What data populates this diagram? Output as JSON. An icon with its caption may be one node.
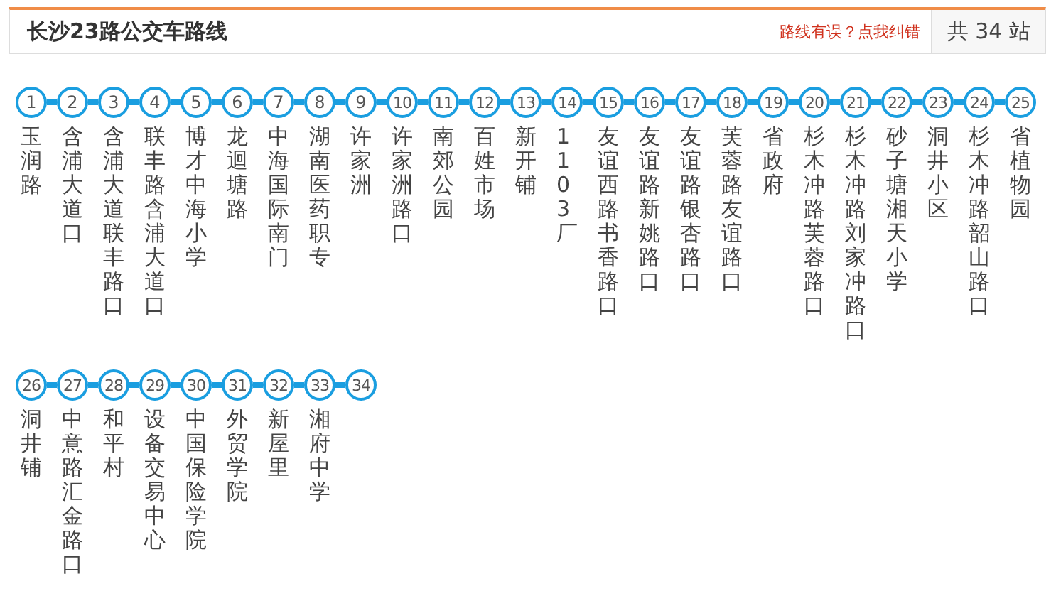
{
  "diagram": {
    "title": "长沙23路公交车路线",
    "nodes": [
      {
        "text": [
          "1"
        ],
        "beside": [
          "玉润路"
        ]
      },
      {
        "text": [
          "2"
        ],
        "beside": [
          "含浦大道口"
        ]
      },
      {
        "text": [
          "3"
        ],
        "beside": [
          "含浦大道联丰路口"
        ]
      },
      {
        "text": [
          "4"
        ],
        "beside": [
          "联丰路含浦大道口"
        ]
      },
      {
        "text": [
          "5"
        ],
        "beside": [
          "博才中海小学"
        ]
      },
      {
        "text": [
          "6"
        ],
        "beside": [
          "龙迴塘路"
        ]
      },
      {
        "text": [
          "7"
        ],
        "beside": [
          "中海国际南门"
        ]
      },
      {
        "text": [
          "8"
        ],
        "beside": [
          "湖南医药职专"
        ]
      },
      {
        "text": [
          "9"
        ],
        "beside": [
          "许家洲"
        ]
      },
      {
        "text": [
          "10"
        ],
        "beside": [
          "许家洲路口"
        ]
      },
      {
        "text": [
          "11"
        ],
        "beside": [
          "南郊公园"
        ]
      },
      {
        "text": [
          "12"
        ],
        "beside": [
          "百姓市场"
        ]
      },
      {
        "text": [
          "13"
        ],
        "beside": [
          "新开铺"
        ]
      },
      {
        "text": [
          "14"
        ],
        "beside": [
          "1103厂"
        ]
      },
      {
        "text": [
          "15"
        ],
        "beside": [
          "友谊西路书香路口"
        ]
      },
      {
        "text": [
          "16"
        ],
        "beside": [
          "友谊路新姚路口"
        ]
      },
      {
        "text": [
          "17"
        ],
        "beside": [
          "友谊路银杏路口"
        ]
      },
      {
        "text": [
          "18"
        ],
        "beside": [
          "芙蓉路友谊路口"
        ]
      },
      {
        "text": [
          "19"
        ],
        "beside": [
          "省政府"
        ]
      },
      {
        "text": [
          "20"
        ],
        "beside": [
          "杉木冲路芙蓉路口"
        ]
      },
      {
        "text": [
          "21"
        ],
        "beside": [
          "杉木冲路刘家冲路口"
        ]
      },
      {
        "text": [
          "22"
        ],
        "beside": [
          "砂子塘湘天小学"
        ]
      },
      {
        "text": [
          "23"
        ],
        "beside": [
          "洞井小区"
        ]
      },
      {
        "text": [
          "24"
        ],
        "beside": [
          "杉木冲路韶山路口"
        ]
      },
      {
        "text": [
          "25"
        ],
        "beside": [
          "省植物园"
        ]
      },
      {
        "text": [
          "26"
        ],
        "beside": [
          "洞井铺"
        ]
      },
      {
        "text": [
          "27"
        ],
        "beside": [
          "中意路汇金路口"
        ]
      },
      {
        "text": [
          "28"
        ],
        "beside": [
          "和平村"
        ]
      },
      {
        "text": [
          "29"
        ],
        "beside": [
          "设备交易中心"
        ]
      },
      {
        "text": [
          "30"
        ],
        "beside": [
          "中国保险学院"
        ]
      },
      {
        "text": [
          "31"
        ],
        "beside": [
          "外贸学院"
        ]
      },
      {
        "text": [
          "32"
        ],
        "beside": [
          "新屋里"
        ]
      },
      {
        "text": [
          "33"
        ],
        "beside": [
          "湘府中学"
        ]
      },
      {
        "text": [
          "34"
        ]
      }
    ],
    "edges": [
      {
        "from": 0,
        "to": 1,
        "arrow": "none"
      },
      {
        "from": 1,
        "to": 2,
        "arrow": "none"
      },
      {
        "from": 2,
        "to": 3,
        "arrow": "none"
      },
      {
        "from": 3,
        "to": 4,
        "arrow": "none"
      },
      {
        "from": 4,
        "to": 5,
        "arrow": "none"
      },
      {
        "from": 5,
        "to": 6,
        "arrow": "none"
      },
      {
        "from": 6,
        "to": 7,
        "arrow": "none"
      },
      {
        "from": 7,
        "to": 8,
        "arrow": "none"
      },
      {
        "from": 8,
        "to": 9,
        "arrow": "none"
      },
      {
        "from": 9,
        "to": 10,
        "arrow": "none"
      },
      {
        "from": 10,
        "to": 11,
        "arrow": "none"
      },
      {
        "from": 11,
        "to": 12,
        "arrow": "none"
      },
      {
        "from": 12,
        "to": 13,
        "arrow": "none"
      },
      {
        "from": 13,
        "to": 14,
        "arrow": "none"
      },
      {
        "from": 14,
        "to": 15,
        "arrow": "none"
      },
      {
        "from": 15,
        "to": 16,
        "arrow": "none"
      },
      {
        "from": 16,
        "to": 17,
        "arrow": "none"
      },
      {
        "from": 17,
        "to": 18,
        "arrow": "none"
      },
      {
        "from": 18,
        "to": 19,
        "arrow": "none"
      },
      {
        "from": 19,
        "to": 20,
        "arrow": "none"
      },
      {
        "from": 20,
        "to": 21,
        "arrow": "none"
      },
      {
        "from": 21,
        "to": 22,
        "arrow": "none"
      },
      {
        "from": 22,
        "to": 23,
        "arrow": "none"
      },
      {
        "from": 23,
        "to": 24,
        "arrow": "none"
      },
      {
        "from": 25,
        "to": 26,
        "arrow": "none"
      },
      {
        "from": 26,
        "to": 27,
        "arrow": "none"
      },
      {
        "from": 27,
        "to": 28,
        "arrow": "none"
      },
      {
        "from": 28,
        "to": 29,
        "arrow": "none"
      },
      {
        "from": 29,
        "to": 30,
        "arrow": "none"
      },
      {
        "from": 30,
        "to": 31,
        "arrow": "none"
      },
      {
        "from": 31,
        "to": 32,
        "arrow": "none"
      },
      {
        "from": 32,
        "to": 33,
        "arrow": "none"
      }
    ],
    "labels": [
      "路线有误？点我纠错",
      "共 34 站"
    ]
  }
}
